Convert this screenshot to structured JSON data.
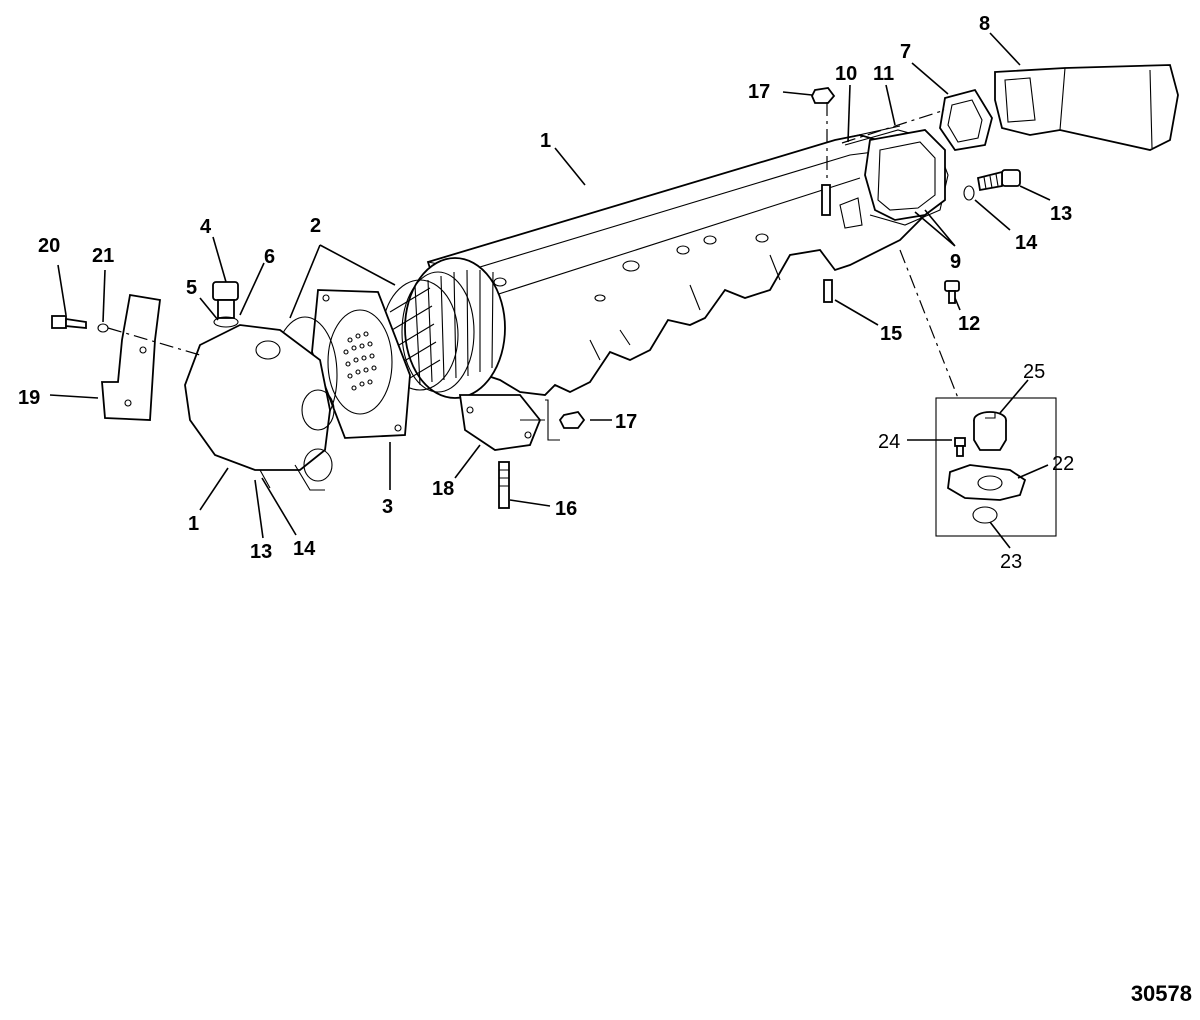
{
  "diagram": {
    "reference_number": "30578",
    "callouts": {
      "c1a": "1",
      "c1b": "1",
      "c2": "2",
      "c3": "3",
      "c4": "4",
      "c5": "5",
      "c6": "6",
      "c7": "7",
      "c8": "8",
      "c9": "9",
      "c10": "10",
      "c11": "11",
      "c12": "12",
      "c13a": "13",
      "c13b": "13",
      "c14a": "14",
      "c14b": "14",
      "c15": "15",
      "c16": "16",
      "c17a": "17",
      "c17b": "17",
      "c18": "18",
      "c19": "19",
      "c20": "20",
      "c21": "21",
      "c22": "22",
      "c23": "23",
      "c24": "24",
      "c25": "25"
    }
  }
}
